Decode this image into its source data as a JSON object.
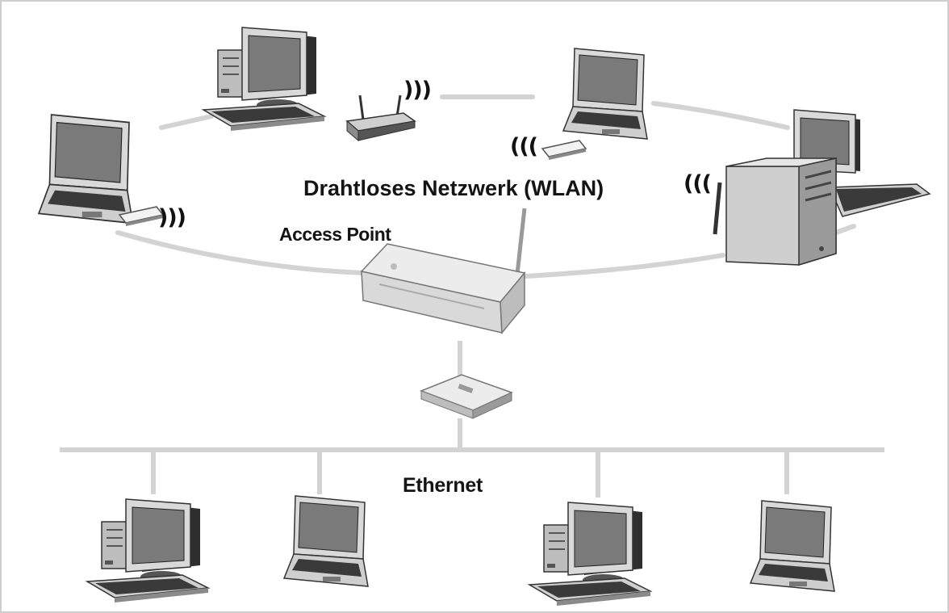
{
  "labels": {
    "wlan": "Drahtloses Netzwerk (WLAN)",
    "access_point": "Access Point",
    "ethernet": "Ethernet"
  },
  "signals": {
    "out": ")))",
    "in": "((("
  },
  "colors": {
    "link": "#d3d3d3",
    "frame": "#cfcfcf",
    "device_light": "#ececec",
    "device_mid": "#bdbdbd",
    "device_dark": "#3a3a3a",
    "screen": "#7a7a7a",
    "text": "#141414"
  },
  "icons": [
    "desktop-computer-icon",
    "laptop-icon",
    "router-icon",
    "access-point-icon",
    "wlan-card-icon",
    "tower-pc-icon",
    "hub-icon"
  ]
}
